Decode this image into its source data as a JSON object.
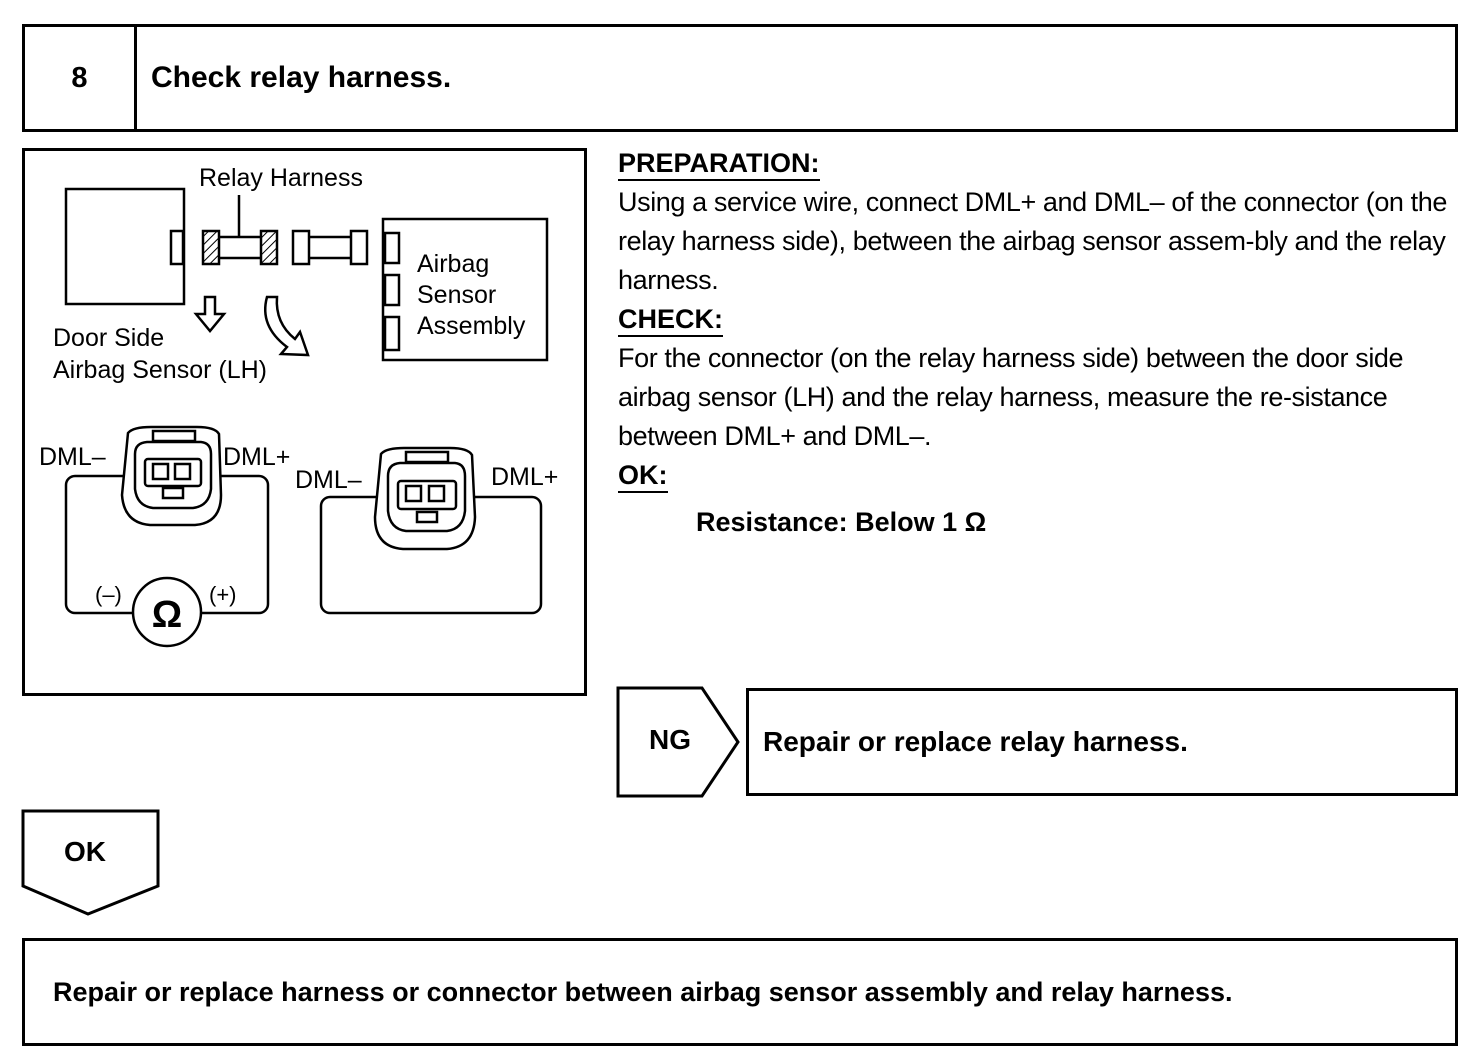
{
  "step": {
    "number": "8",
    "title": "Check relay harness."
  },
  "diagram": {
    "relay_harness_label": "Relay Harness",
    "airbag_sensor_label": [
      "Airbag",
      "Sensor",
      "Assembly"
    ],
    "door_sensor_label": [
      "Door Side",
      "Airbag Sensor (LH)"
    ],
    "left_connector": {
      "minus": "DML–",
      "plus": "DML+"
    },
    "right_connector": {
      "minus": "DML–",
      "plus": "DML+"
    },
    "ohmmeter": {
      "symbol": "Ω",
      "minus": "(–)",
      "plus": "(+)"
    }
  },
  "procedure": {
    "preparation_heading": "PREPARATION:",
    "preparation_text": "Using a service wire, connect DML+ and DML– of the connector (on the relay harness side), between the airbag sensor assem-bly and the relay harness.",
    "check_heading": "CHECK:",
    "check_text": "For the connector (on the relay harness side) between the door side airbag sensor (LH) and the relay harness, measure the re-sistance between DML+ and DML–.",
    "ok_heading": "OK:",
    "ok_spec": "Resistance: Below 1 Ω"
  },
  "ng_branch": {
    "label": "NG",
    "action": "Repair or replace relay harness."
  },
  "ok_branch": {
    "label": "OK",
    "action": "Repair or replace harness or connector between airbag sensor assembly and relay harness."
  }
}
